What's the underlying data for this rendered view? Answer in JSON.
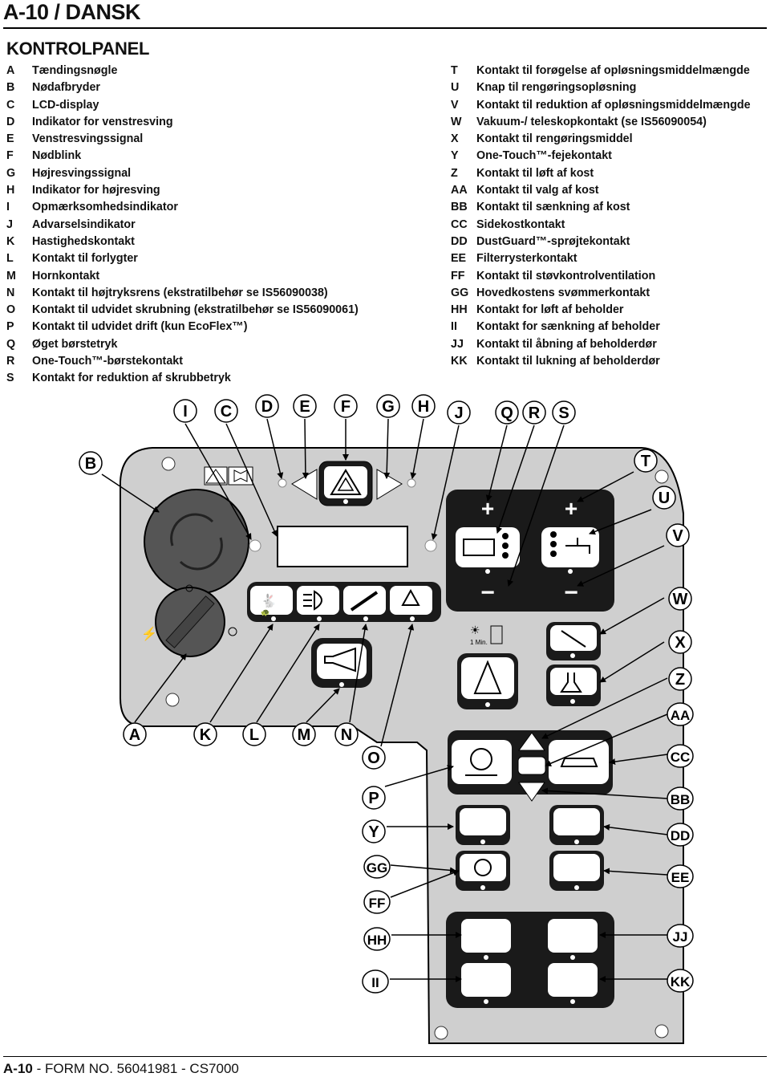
{
  "header": {
    "title": "A-10 / DANSK"
  },
  "section_title": "KONTROLPANEL",
  "legend_left": [
    {
      "code": "A",
      "text": "Tændingsnøgle"
    },
    {
      "code": "B",
      "text": "Nødafbryder"
    },
    {
      "code": "C",
      "text": "LCD-display"
    },
    {
      "code": "D",
      "text": "Indikator for venstresving"
    },
    {
      "code": "E",
      "text": "Venstresvingssignal"
    },
    {
      "code": "F",
      "text": "Nødblink"
    },
    {
      "code": "G",
      "text": "Højresvingssignal"
    },
    {
      "code": "H",
      "text": "Indikator for højresving"
    },
    {
      "code": "I",
      "text": "Opmærksomhedsindikator"
    },
    {
      "code": "J",
      "text": "Advarselsindikator"
    },
    {
      "code": "K",
      "text": "Hastighedskontakt"
    },
    {
      "code": "L",
      "text": "Kontakt til forlygter"
    },
    {
      "code": "M",
      "text": "Hornkontakt"
    },
    {
      "code": "N",
      "text": "Kontakt til højtryksrens (ekstratilbehør se IS56090038)"
    },
    {
      "code": "O",
      "text": "Kontakt til udvidet skrubning (ekstratilbehør se IS56090061)"
    },
    {
      "code": "P",
      "text": "Kontakt til udvidet drift (kun EcoFlex™)"
    },
    {
      "code": "Q",
      "text": "Øget børstetryk"
    },
    {
      "code": "R",
      "text": "One-Touch™-børstekontakt"
    },
    {
      "code": "S",
      "text": "Kontakt for reduktion af skrubbetryk"
    }
  ],
  "legend_right": [
    {
      "code": "T",
      "text": "Kontakt til forøgelse af opløsningsmiddelmængde"
    },
    {
      "code": "U",
      "text": "Knap til rengøringsopløsning"
    },
    {
      "code": "V",
      "text": "Kontakt til reduktion af opløsningsmiddelmængde"
    },
    {
      "code": "W",
      "text": "Vakuum-/ teleskopkontakt (se IS56090054)"
    },
    {
      "code": "X",
      "text": "Kontakt til rengøringsmiddel"
    },
    {
      "code": "Y",
      "text": "One-Touch™-fejekontakt"
    },
    {
      "code": "Z",
      "text": "Kontakt til løft af kost"
    },
    {
      "code": "AA",
      "text": "Kontakt til valg af kost"
    },
    {
      "code": "BB",
      "text": "Kontakt til sænkning af kost"
    },
    {
      "code": "CC",
      "text": "Sidekostkontakt"
    },
    {
      "code": "DD",
      "text": "DustGuard™-sprøjtekontakt"
    },
    {
      "code": "EE",
      "text": "Filterrysterkontakt"
    },
    {
      "code": "FF",
      "text": "Kontakt til støvkontrolventilation"
    },
    {
      "code": "GG",
      "text": "Hovedkostens svømmerkontakt"
    },
    {
      "code": "HH",
      "text": "Kontakt for løft af beholder"
    },
    {
      "code": "II",
      "text": "Kontakt for sænkning af beholder"
    },
    {
      "code": "JJ",
      "text": "Kontakt til åbning af beholderdør"
    },
    {
      "code": "KK",
      "text": "Kontakt til lukning af beholderdør"
    }
  ],
  "diagram": {
    "callouts": {
      "I": "I",
      "C": "C",
      "D": "D",
      "E": "E",
      "F": "F",
      "G": "G",
      "H": "H",
      "J": "J",
      "Q": "Q",
      "R": "R",
      "S": "S",
      "B": "B",
      "T": "T",
      "U": "U",
      "V": "V",
      "W": "W",
      "X": "X",
      "Z": "Z",
      "AA": "AA",
      "CC": "CC",
      "BB": "BB",
      "DD": "DD",
      "EE": "EE",
      "JJ": "JJ",
      "KK": "KK",
      "A": "A",
      "K": "K",
      "L": "L",
      "M": "M",
      "N": "N",
      "O": "O",
      "P": "P",
      "Y": "Y",
      "GG": "GG",
      "FF": "FF",
      "HH": "HH",
      "II": "II"
    },
    "panel_text": {
      "timer": "1 Min.",
      "plus": "+",
      "minus": "−"
    }
  },
  "footer": {
    "page": "A-10",
    "form": " - FORM NO. 56041981 - CS7000"
  }
}
